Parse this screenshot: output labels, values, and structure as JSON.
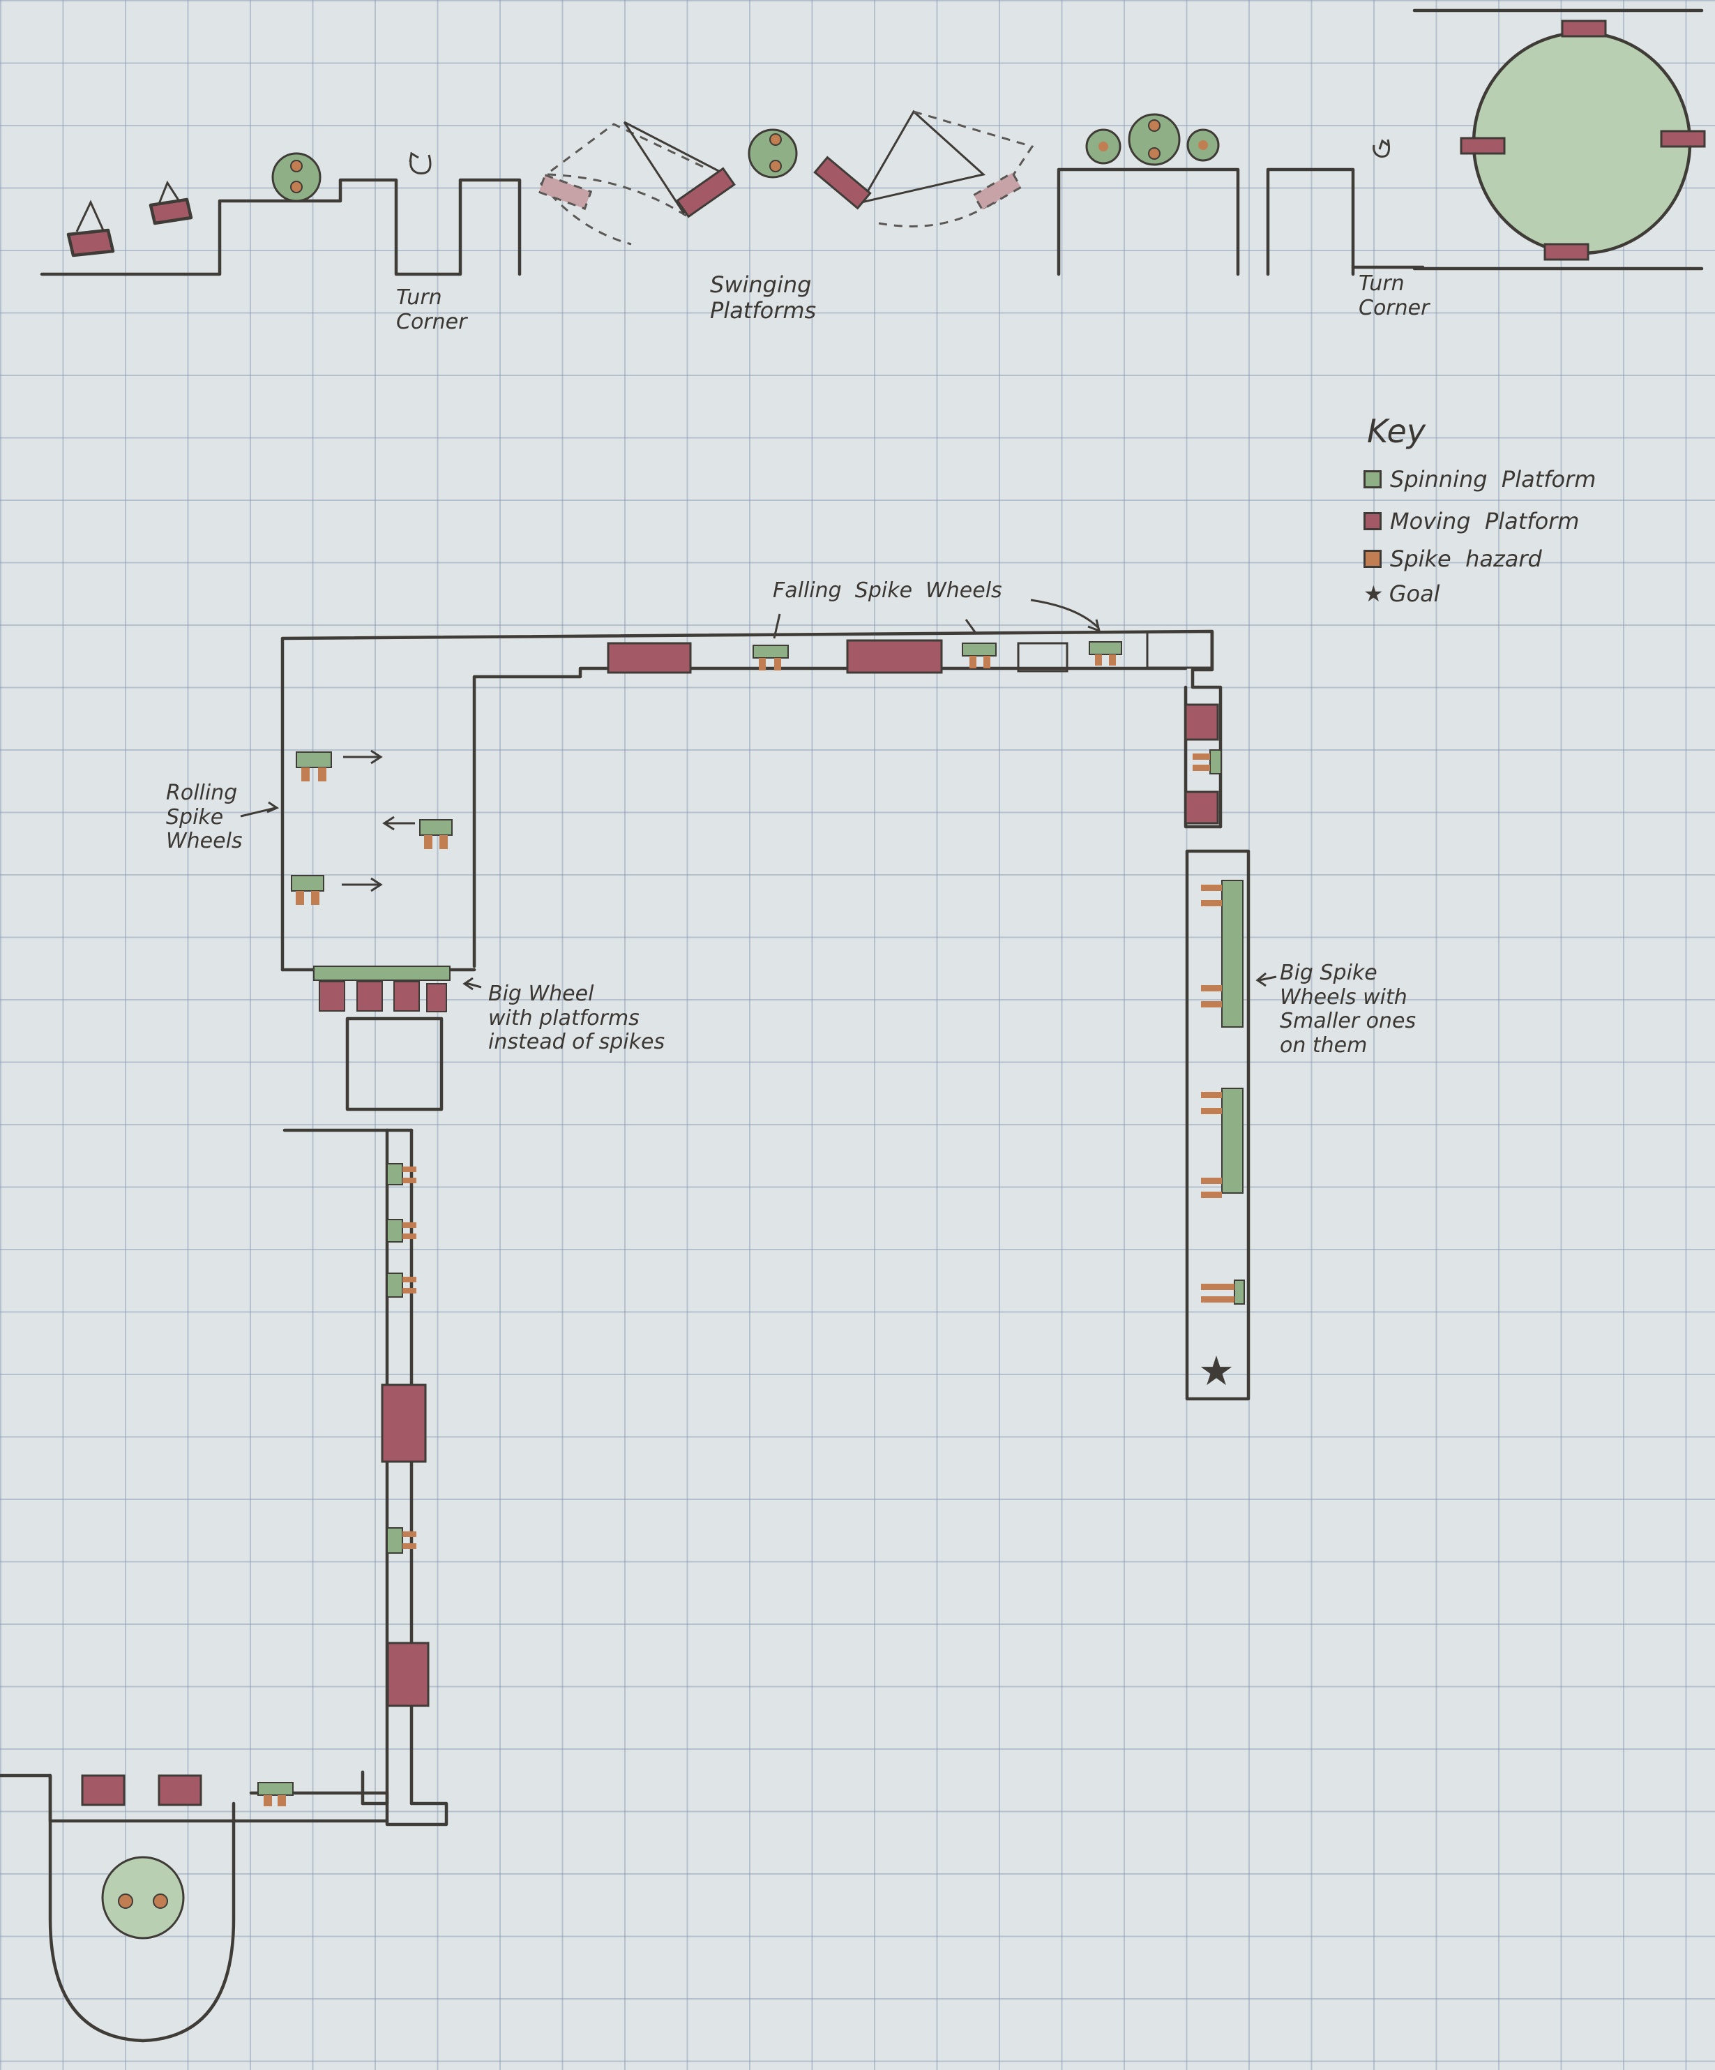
{
  "colors": {
    "spinning": "#8fb086",
    "spinning_light": "#b8cfb2",
    "moving": "#a45a66",
    "spike": "#c07e52",
    "ink": "#3f3b36"
  },
  "labels": {
    "turn_corner_1": "Turn\nCorner",
    "swinging_platforms": "Swinging\nPlatforms",
    "turn_corner_2": "Turn\nCorner",
    "falling_spike_wheels": "Falling  Spike  Wheels",
    "rolling_spike_wheels": "Rolling\nSpike\nWheels",
    "big_wheel": "Big Wheel\nwith platforms\ninstead of spikes",
    "big_spike_wheels": "Big Spike\nWheels with\nSmaller ones\non them"
  },
  "key": {
    "title": "Key",
    "items": [
      {
        "label": "Spinning  Platform",
        "icon": "green-square"
      },
      {
        "label": "Moving  Platform",
        "icon": "red-square"
      },
      {
        "label": "Spike  hazard",
        "icon": "orange-square"
      },
      {
        "label": "Goal",
        "icon": "star-icon"
      }
    ]
  }
}
